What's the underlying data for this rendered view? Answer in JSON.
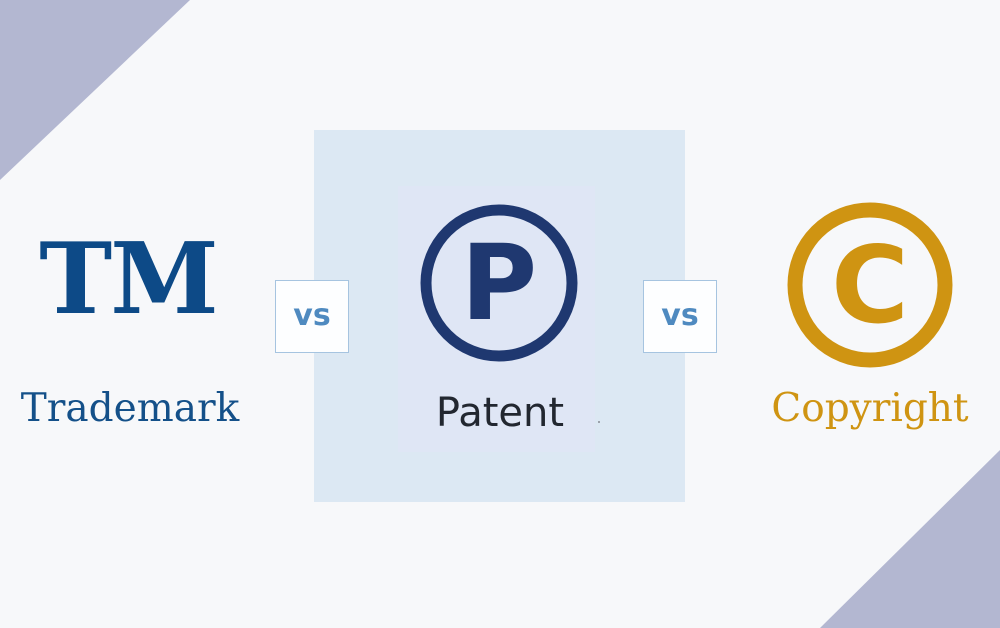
{
  "colors": {
    "background": "#f7f8fa",
    "corner_triangles": "#b3b7d1",
    "center_panel": "#dce8f3",
    "trademark_blue": "#0d4a87",
    "patent_navy": "#1f3870",
    "copyright_gold": "#cf9412",
    "vs_text": "#4f8ac0",
    "vs_border": "#a6c4e0"
  },
  "trademark": {
    "mark": "TM",
    "label": "Trademark"
  },
  "vs_left": {
    "text": "vs"
  },
  "patent": {
    "letter": "P",
    "label": "Patent"
  },
  "vs_right": {
    "text": "vs"
  },
  "copyright": {
    "letter": "C",
    "label": "Copyright"
  }
}
